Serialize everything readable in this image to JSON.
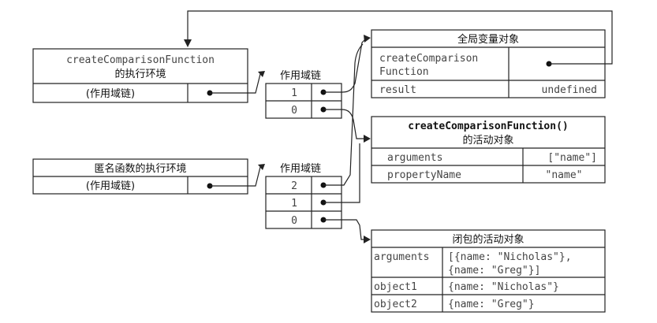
{
  "outer_context": {
    "title_line1": "createComparisonFunction",
    "title_line2": "的执行环境",
    "scope_label": "(作用域链)"
  },
  "anon_context": {
    "title": "匿名函数的执行环境",
    "scope_label": "(作用域链)"
  },
  "scope_chain_1": {
    "header": "作用域链",
    "indices": [
      "1",
      "0"
    ]
  },
  "scope_chain_2": {
    "header": "作用域链",
    "indices": [
      "2",
      "1",
      "0"
    ]
  },
  "global_object": {
    "title": "全局变量对象",
    "rows": [
      {
        "key_line1": "createComparison",
        "key_line2": "Function",
        "value": ""
      },
      {
        "key": "result",
        "value": "undefined"
      }
    ]
  },
  "ccf_activation": {
    "title_line1": "createComparisonFunction()",
    "title_line2": "的活动对象",
    "rows": [
      {
        "key": "arguments",
        "value": "[\"name\"]"
      },
      {
        "key": "propertyName",
        "value": "\"name\""
      }
    ]
  },
  "closure_activation": {
    "title": "闭包的活动对象",
    "rows": [
      {
        "key": "arguments",
        "value_line1": "[{name: \"Nicholas\"},",
        "value_line2": "{name: \"Greg\"}]"
      },
      {
        "key": "object1",
        "value": "{name: \"Nicholas\"}"
      },
      {
        "key": "object2",
        "value": "{name: \"Greg\"}"
      }
    ]
  }
}
